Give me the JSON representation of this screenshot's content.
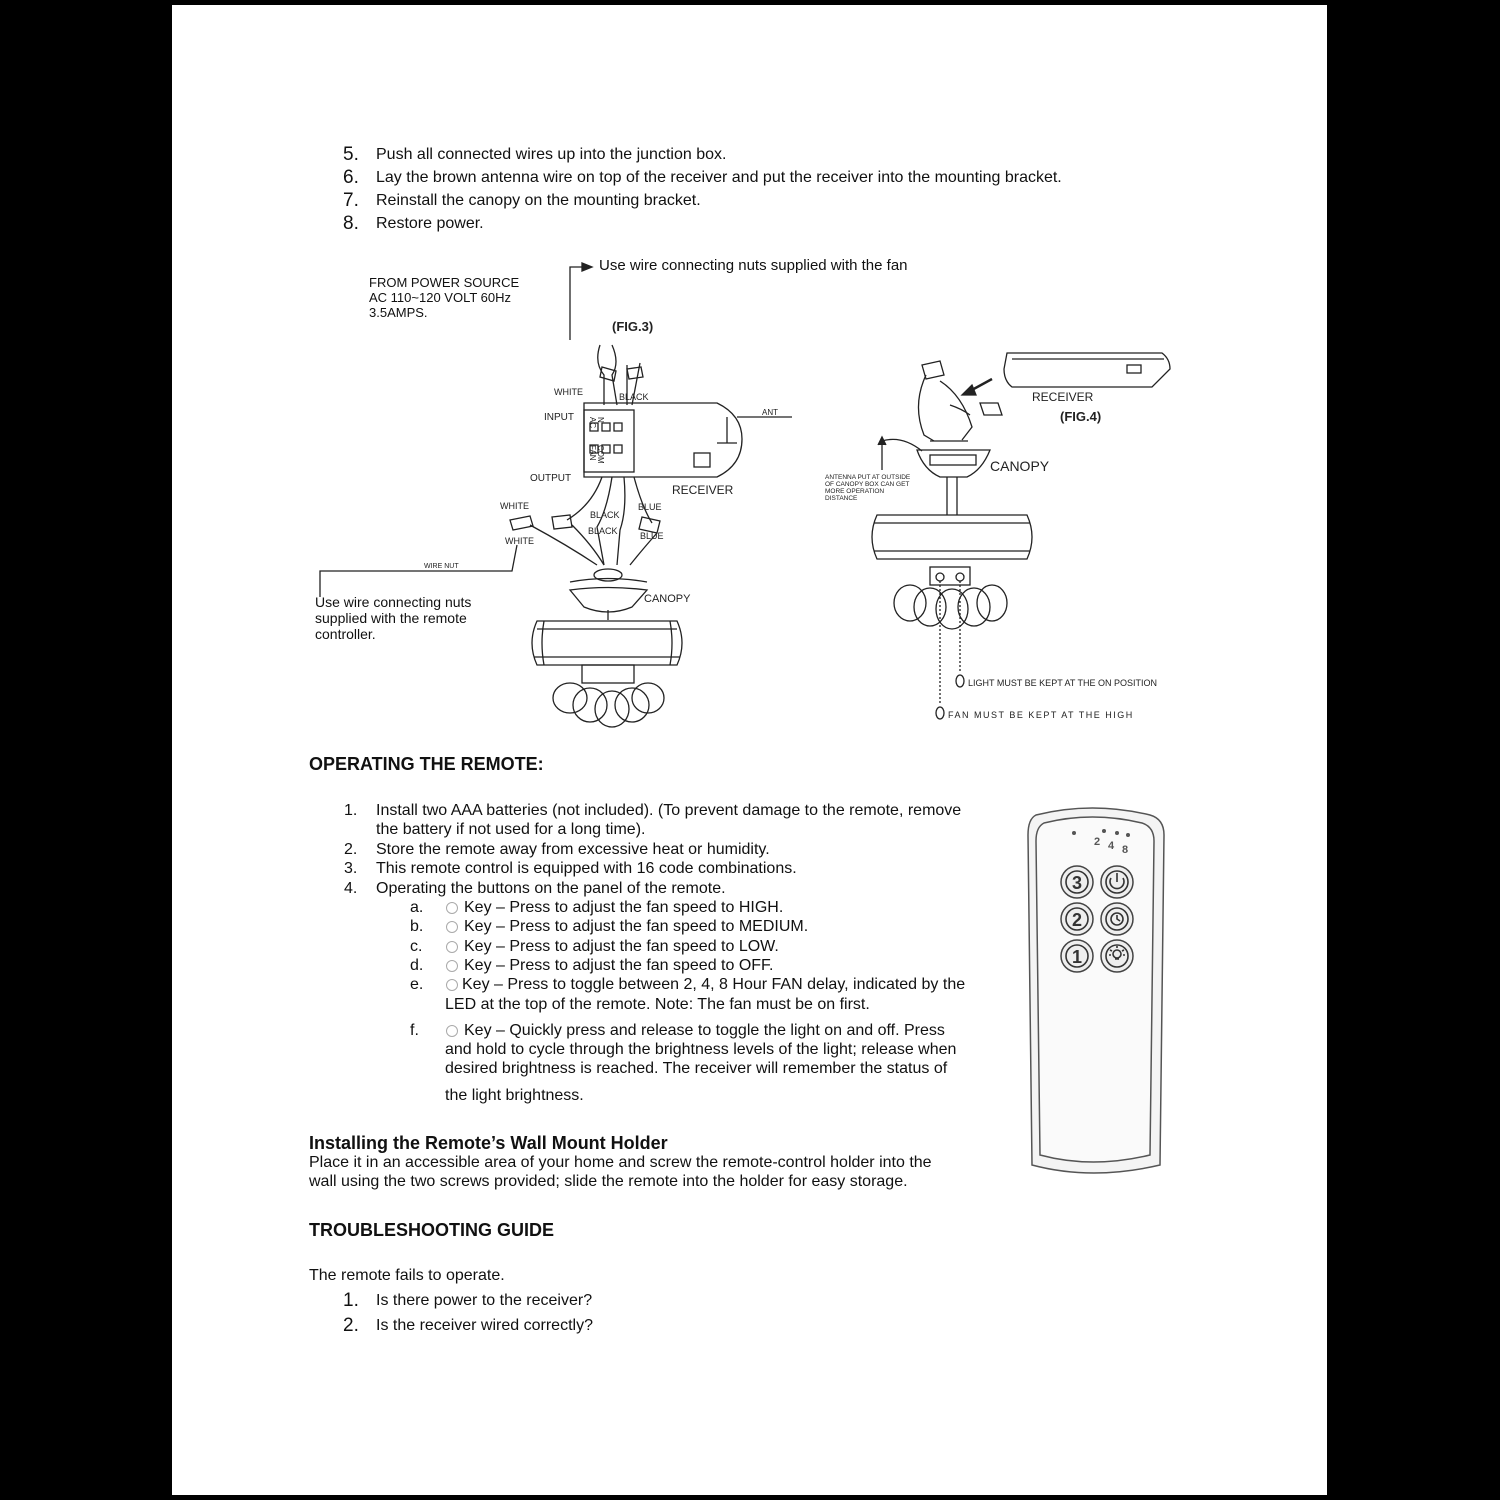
{
  "top_steps": [
    {
      "num": "5.",
      "text": "Push all connected wires up into the junction box."
    },
    {
      "num": "6.",
      "text": "Lay the brown antenna wire on top of the receiver and put the receiver into the mounting bracket."
    },
    {
      "num": "7.",
      "text": "Reinstall the canopy on the mounting bracket."
    },
    {
      "num": "8.",
      "text": "Restore power."
    }
  ],
  "fig3": {
    "power_source": [
      "FROM POWER SOURCE",
      "AC 110~120 VOLT 60Hz",
      "3.5AMPS."
    ],
    "nuts_note_top": "Use wire connecting nuts supplied  with the fan",
    "fig_label": "(FIG.3)",
    "white": "WHITE",
    "black": "BLACK",
    "input": "INPUT",
    "ant": "ANT",
    "output": "OUTPUT",
    "receiver": "RECEIVER",
    "blue": "BLUE",
    "wire_nut": "WIRE NUT",
    "canopy": "CANOPY",
    "nuts_note_left": [
      "Use wire connecting nuts",
      "supplied with the remote",
      "controller."
    ]
  },
  "fig4": {
    "receiver": "RECEIVER",
    "fig_label": "(FIG.4)",
    "canopy": "CANOPY",
    "antenna_note": [
      "ANTENNA PUT AT OUTSIDE",
      "OF CANOPY BOX CAN GET",
      "MORE OPERATION",
      "DISTANCE"
    ],
    "light_note": "LIGHT MUST BE  KEPT AT THE  ON POSITION",
    "fan_note": "FAN MUST BE KEPT AT THE HIGH"
  },
  "operating": {
    "heading": "OPERATING THE REMOTE:",
    "items": [
      {
        "num": "1.",
        "lines": [
          "Install two AAA batteries (not included). (To prevent damage to the remote, remove",
          "the battery if not used for a long time)."
        ]
      },
      {
        "num": "2.",
        "lines": [
          "Store the remote away from excessive heat or humidity."
        ]
      },
      {
        "num": "3.",
        "lines": [
          "This remote control is equipped with 16 code combinations."
        ]
      },
      {
        "num": "4.",
        "lines": [
          "Operating the buttons on the panel of the remote."
        ]
      }
    ],
    "sub_items": [
      {
        "letter": "a.",
        "icon": "3",
        "lines": [
          "Key – Press to adjust the fan speed to HIGH."
        ]
      },
      {
        "letter": "b.",
        "icon": "2",
        "lines": [
          "Key – Press to adjust the fan speed to MEDIUM."
        ]
      },
      {
        "letter": "c.",
        "icon": "1",
        "lines": [
          "Key – Press to adjust the fan speed to LOW."
        ]
      },
      {
        "letter": "d.",
        "icon": "power",
        "lines": [
          "Key – Press to adjust the fan speed to OFF."
        ]
      },
      {
        "letter": "e.",
        "icon": "timer",
        "lines": [
          "Key – Press to toggle between 2, 4, 8 Hour FAN delay, indicated by the",
          "LED at the top of the remote. Note: The fan must be on first."
        ]
      },
      {
        "letter": "f.",
        "icon": "light",
        "lines": [
          "Key – Quickly press and release to toggle the light on and off. Press",
          "and hold to cycle through the brightness levels of the light; release when",
          "desired brightness is reached. The receiver will remember the status of",
          "the light brightness."
        ]
      }
    ]
  },
  "remote": {
    "led_labels": [
      "2",
      "4",
      "8"
    ],
    "buttons": [
      "3",
      "power",
      "2",
      "timer",
      "1",
      "light"
    ]
  },
  "wall_mount": {
    "heading": "Installing the Remote’s Wall Mount Holder",
    "lines": [
      "Place it in an accessible area of your home and screw the remote-control holder into the",
      "wall using the two screws provided; slide the remote into the holder for easy storage."
    ]
  },
  "troubleshooting": {
    "heading": "TROUBLESHOOTING GUIDE",
    "intro": "The remote fails to operate.",
    "items": [
      {
        "num": "1.",
        "text": "Is there power to the receiver?"
      },
      {
        "num": "2.",
        "text": "Is the receiver wired correctly?"
      }
    ]
  }
}
